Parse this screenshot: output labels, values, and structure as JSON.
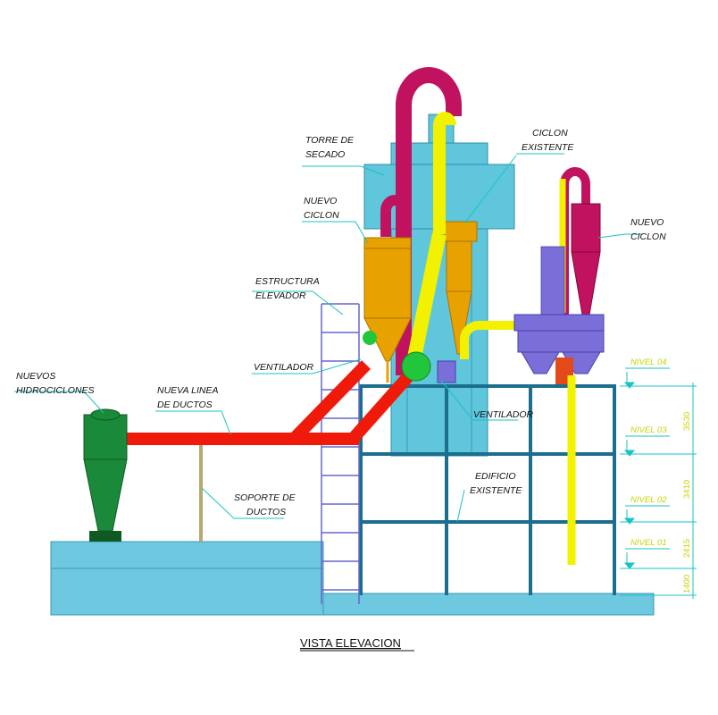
{
  "title": "VISTA ELEVACION",
  "labels": {
    "torre_secado": [
      "TORRE  DE",
      "SECADO"
    ],
    "ciclon_existente": [
      "CICLON",
      "EXISTENTE"
    ],
    "nuevo_ciclon_left": [
      "NUEVO",
      "CICLON"
    ],
    "nuevo_ciclon_right": [
      "NUEVO",
      "CICLON"
    ],
    "estructura_elevador": [
      "ESTRUCTURA",
      "ELEVADOR"
    ],
    "nuevos_hidrociclones": [
      "NUEVOS",
      "HIDROCICLONES"
    ],
    "nueva_linea_ductos": [
      "NUEVA  LINEA",
      "DE  DUCTOS"
    ],
    "ventilador_left": "VENTILADOR",
    "ventilador_right": "VENTILADOR",
    "soporte_ductos": [
      "SOPORTE  DE",
      "DUCTOS"
    ],
    "edificio_existente": [
      "EDIFICIO",
      "EXISTENTE"
    ]
  },
  "levels": [
    "NIVEL  04",
    "NIVEL  03",
    "NIVEL  02",
    "NIVEL  01"
  ],
  "dimensions": [
    "3530",
    "3410",
    "2415",
    "1400"
  ],
  "colors": {
    "tower": "#5fc6dc",
    "cyclone_orange": "#e8a200",
    "duct_magenta": "#c0125e",
    "duct_yellow": "#f2f200",
    "duct_red": "#f01a0a",
    "hydrocyclone_green": "#1a8a3a",
    "fan_green": "#22c63a",
    "structure_blue": "#1a6e8e",
    "ladder_purple": "#6666cc",
    "hopper_purple": "#7a6fd8",
    "ground": "#6ec8e0",
    "leader": "#19c3c3",
    "dimension": "#c8d400"
  }
}
